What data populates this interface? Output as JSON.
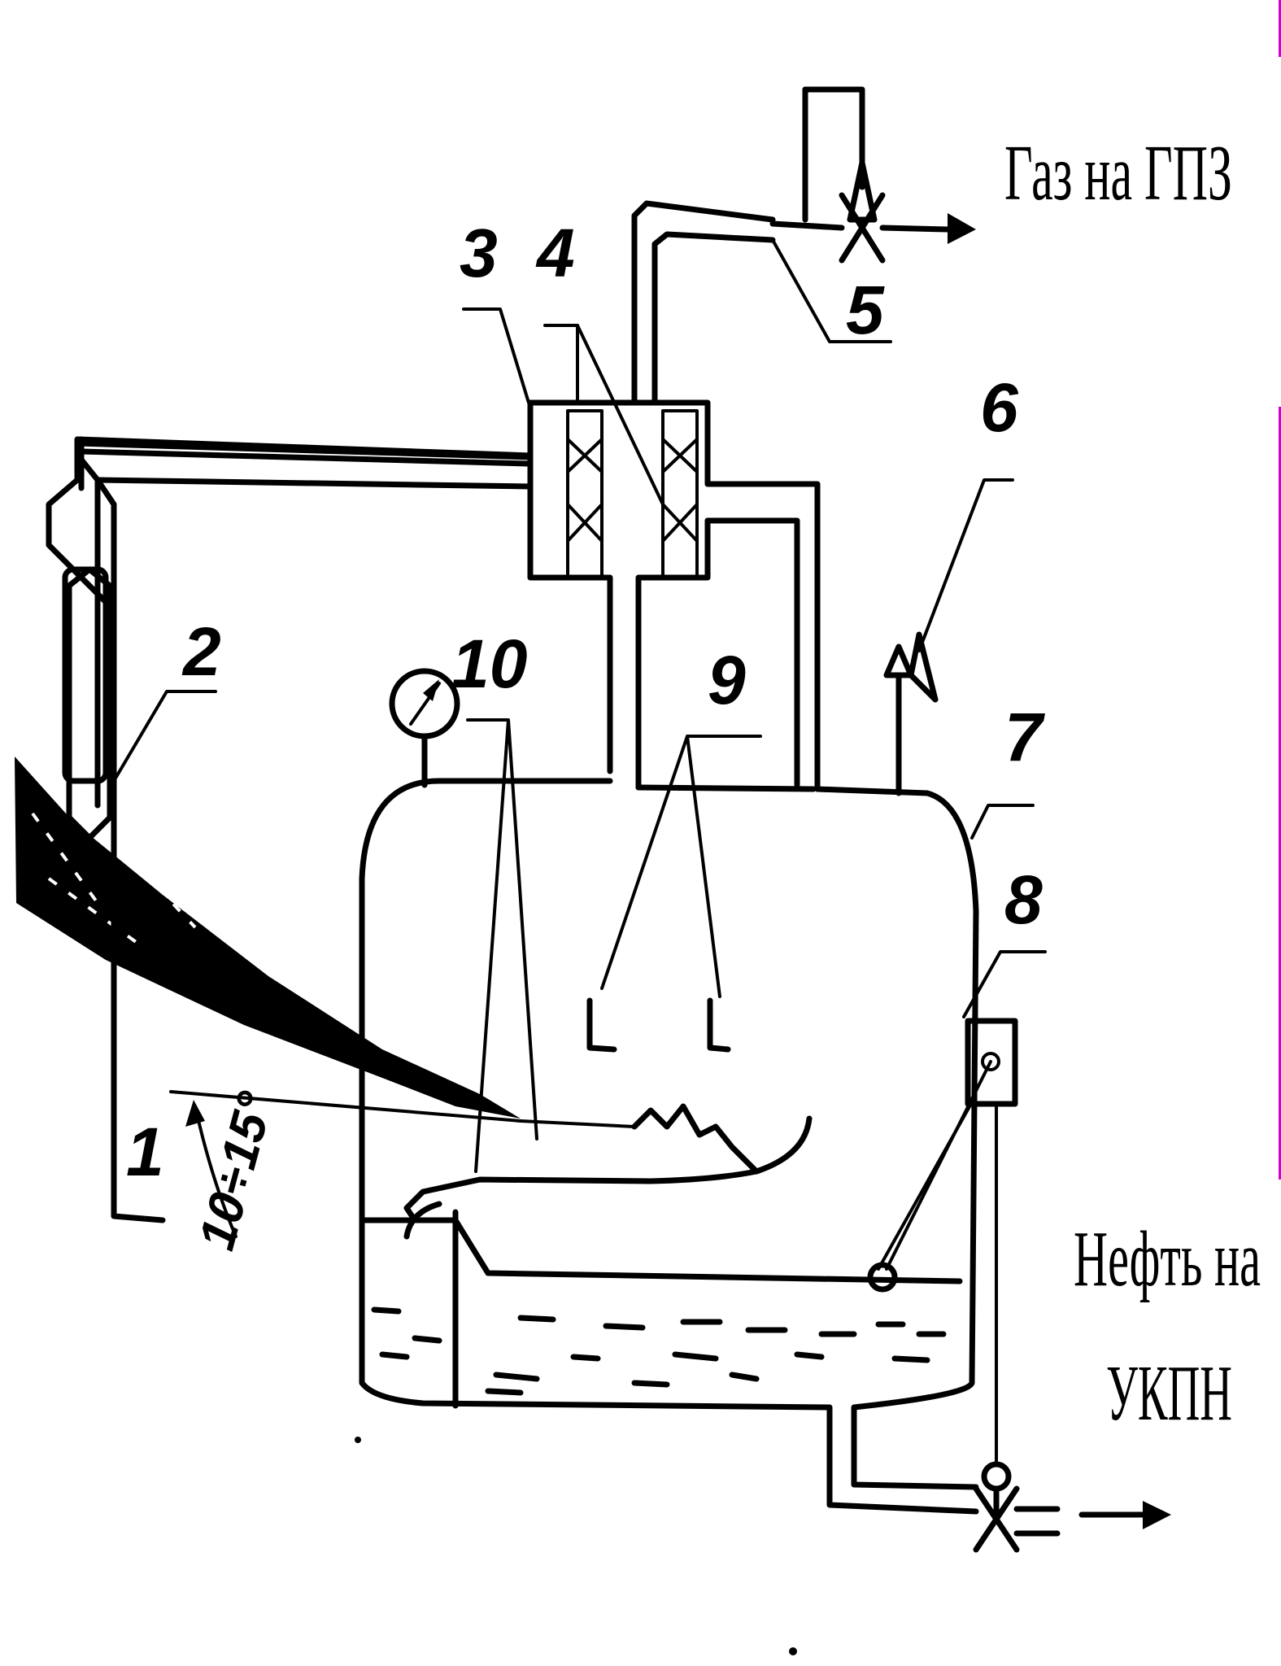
{
  "labels": {
    "gas_destination": "Газ на ГПЗ",
    "oil_destination_line1": "Нефть на",
    "oil_destination_line2": "УКПН",
    "angle": "10÷15°"
  },
  "callouts": [
    "1",
    "2",
    "3",
    "4",
    "5",
    "6",
    "7",
    "8",
    "9",
    "10"
  ],
  "colors": {
    "ink": "#000000",
    "background": "#ffffff",
    "margin_mark": "#d000d0"
  }
}
